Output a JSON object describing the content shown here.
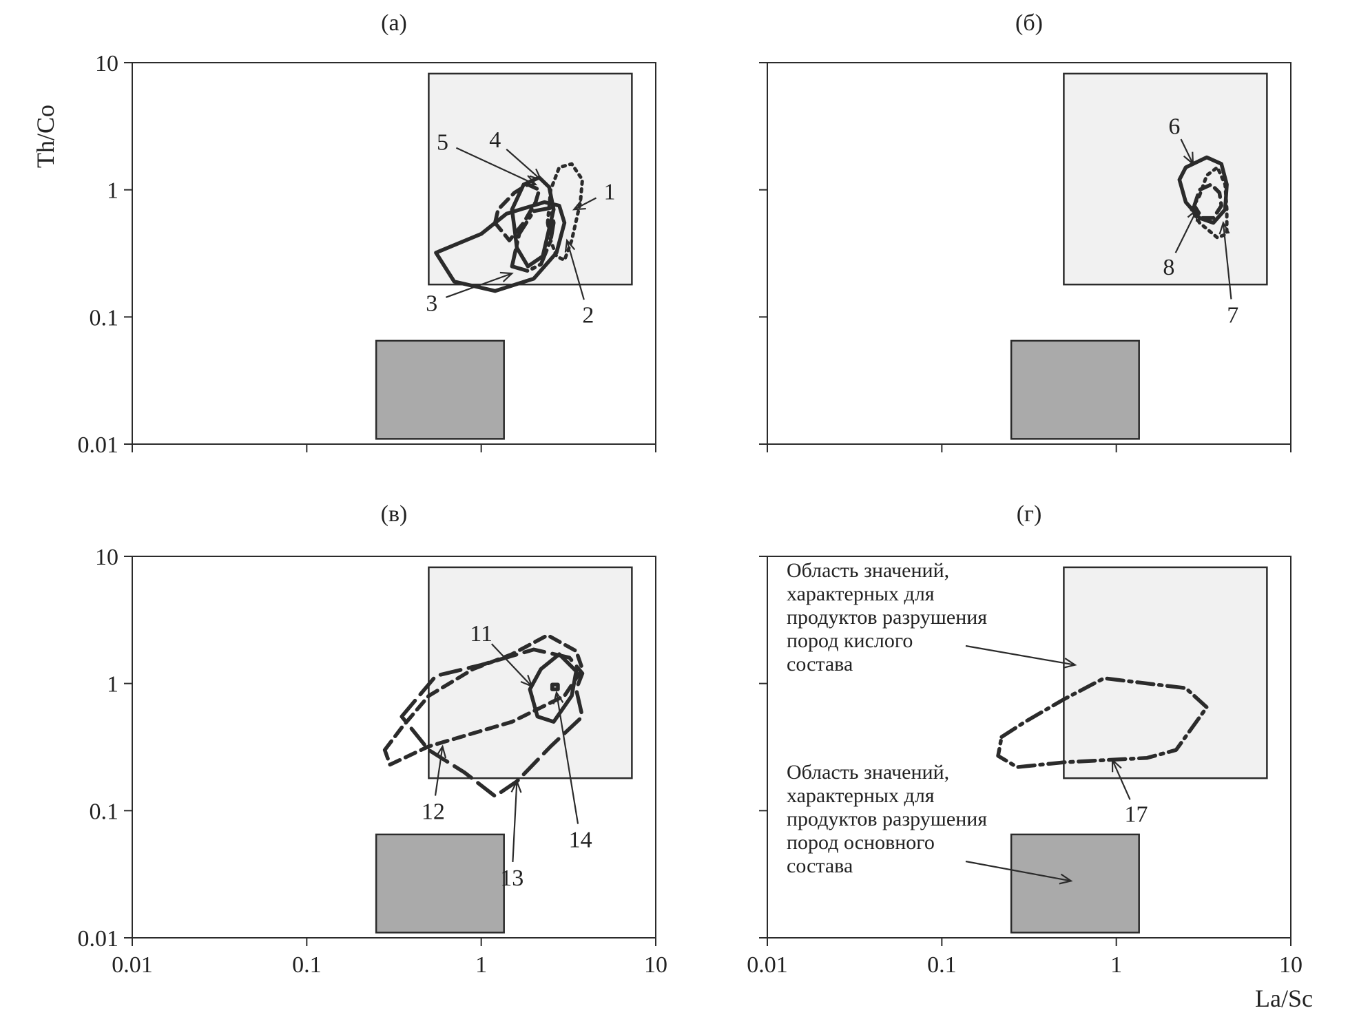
{
  "chart_data": [
    {
      "type": "scatter",
      "panel_label": "(а)",
      "xscale": "log",
      "yscale": "log",
      "xlim": [
        0.01,
        10
      ],
      "ylim": [
        0.01,
        10
      ],
      "ylabel": "Th/Co",
      "xlabel": "",
      "y_ticklabels": [
        "10",
        "1",
        "0.1",
        "0.01"
      ],
      "x_ticklabels": [],
      "regions": [
        {
          "kind": "acid",
          "x": [
            0.5,
            7.3
          ],
          "y": [
            0.18,
            8.2
          ]
        },
        {
          "kind": "basic",
          "x": [
            0.25,
            1.35
          ],
          "y": [
            0.011,
            0.065
          ]
        }
      ],
      "fields": [
        {
          "label": "1",
          "style": "dotted",
          "points": [
            [
              2.4,
              0.55
            ],
            [
              2.5,
              1.0
            ],
            [
              2.8,
              1.5
            ],
            [
              3.3,
              1.6
            ],
            [
              3.8,
              1.2
            ],
            [
              3.7,
              0.8
            ],
            [
              3.3,
              0.4
            ],
            [
              3.0,
              0.28
            ],
            [
              2.7,
              0.3
            ],
            [
              2.5,
              0.4
            ],
            [
              2.4,
              0.55
            ]
          ],
          "arrow_tip": [
            3.4,
            0.7
          ]
        },
        {
          "label": "2",
          "style": "dashdot",
          "points": [
            [
              1.5,
              0.25
            ],
            [
              1.65,
              0.45
            ],
            [
              2.0,
              0.68
            ],
            [
              2.5,
              0.72
            ],
            [
              2.6,
              0.55
            ],
            [
              2.5,
              0.4
            ],
            [
              2.2,
              0.26
            ],
            [
              1.85,
              0.23
            ],
            [
              1.5,
              0.25
            ]
          ],
          "arrow_tip": [
            3.1,
            0.4
          ],
          "label_pos": [
            4.1,
            0.105
          ]
        },
        {
          "label": "3",
          "style": "solid",
          "points": [
            [
              0.55,
              0.32
            ],
            [
              0.7,
              0.19
            ],
            [
              1.2,
              0.16
            ],
            [
              2.0,
              0.2
            ],
            [
              2.7,
              0.32
            ],
            [
              3.0,
              0.55
            ],
            [
              2.8,
              0.75
            ],
            [
              2.3,
              0.8
            ],
            [
              1.4,
              0.65
            ],
            [
              1.0,
              0.45
            ],
            [
              0.55,
              0.32
            ]
          ],
          "arrow_tip": [
            1.5,
            0.22
          ],
          "label_pos": [
            0.52,
            0.13
          ]
        },
        {
          "label": "4",
          "style": "solid",
          "points": [
            [
              1.55,
              0.5
            ],
            [
              1.5,
              0.7
            ],
            [
              1.75,
              1.1
            ],
            [
              2.15,
              1.25
            ],
            [
              2.45,
              1.05
            ],
            [
              2.6,
              0.7
            ],
            [
              2.25,
              0.3
            ],
            [
              1.85,
              0.25
            ],
            [
              1.6,
              0.35
            ],
            [
              1.55,
              0.5
            ]
          ],
          "arrow_tip": [
            2.2,
            1.2
          ],
          "label_pos": [
            1.2,
            2.5
          ]
        },
        {
          "label": "5",
          "style": "dashed",
          "points": [
            [
              1.2,
              0.55
            ],
            [
              1.25,
              0.7
            ],
            [
              1.55,
              0.95
            ],
            [
              1.85,
              1.1
            ],
            [
              2.15,
              1.0
            ],
            [
              2.05,
              0.8
            ],
            [
              1.75,
              0.55
            ],
            [
              1.45,
              0.4
            ],
            [
              1.2,
              0.55
            ]
          ],
          "arrow_tip": [
            2.05,
            1.1
          ],
          "label_pos": [
            0.6,
            2.4
          ]
        }
      ]
    },
    {
      "type": "scatter",
      "panel_label": "(б)",
      "xscale": "log",
      "yscale": "log",
      "xlim": [
        0.01,
        10
      ],
      "ylim": [
        0.01,
        10
      ],
      "ylabel": "",
      "xlabel": "",
      "y_ticklabels": [],
      "x_ticklabels": [],
      "regions": [
        {
          "kind": "acid",
          "x": [
            0.5,
            7.3
          ],
          "y": [
            0.18,
            8.2
          ]
        },
        {
          "kind": "basic",
          "x": [
            0.25,
            1.35
          ],
          "y": [
            0.011,
            0.065
          ]
        }
      ],
      "fields": [
        {
          "label": "6",
          "style": "solid",
          "points": [
            [
              2.3,
              1.2
            ],
            [
              2.5,
              1.5
            ],
            [
              3.3,
              1.8
            ],
            [
              4.0,
              1.6
            ],
            [
              4.3,
              1.1
            ],
            [
              4.2,
              0.7
            ],
            [
              3.6,
              0.55
            ],
            [
              3.0,
              0.6
            ],
            [
              2.5,
              0.8
            ],
            [
              2.3,
              1.2
            ]
          ],
          "arrow_tip": [
            2.75,
            1.6
          ],
          "label_pos": [
            2.15,
            3.2
          ]
        },
        {
          "label": "7",
          "style": "dotted",
          "points": [
            [
              3.0,
              0.9
            ],
            [
              3.3,
              1.3
            ],
            [
              3.8,
              1.5
            ],
            [
              4.2,
              1.1
            ],
            [
              4.3,
              0.7
            ],
            [
              4.3,
              0.45
            ],
            [
              3.8,
              0.42
            ],
            [
              3.0,
              0.55
            ],
            [
              2.7,
              0.7
            ],
            [
              3.0,
              0.9
            ]
          ],
          "arrow_tip": [
            4.1,
            0.55
          ],
          "label_pos": [
            4.65,
            0.105
          ]
        },
        {
          "label": "8",
          "style": "dashed",
          "points": [
            [
              2.8,
              0.75
            ],
            [
              3.0,
              1.0
            ],
            [
              3.5,
              1.1
            ],
            [
              3.9,
              0.95
            ],
            [
              4.0,
              0.75
            ],
            [
              3.6,
              0.6
            ],
            [
              3.1,
              0.6
            ],
            [
              2.8,
              0.75
            ]
          ],
          "arrow_tip": [
            2.9,
            0.7
          ],
          "label_pos": [
            2.0,
            0.25
          ]
        }
      ]
    },
    {
      "type": "scatter",
      "panel_label": "(в)",
      "xscale": "log",
      "yscale": "log",
      "xlim": [
        0.01,
        10
      ],
      "ylim": [
        0.01,
        10
      ],
      "ylabel": "",
      "xlabel": "",
      "y_ticklabels": [
        "10",
        "1",
        "0.1",
        "0.01"
      ],
      "x_ticklabels": [
        "0.01",
        "0.1",
        "1",
        "10"
      ],
      "regions": [
        {
          "kind": "acid",
          "x": [
            0.5,
            7.3
          ],
          "y": [
            0.18,
            8.2
          ]
        },
        {
          "kind": "basic",
          "x": [
            0.25,
            1.35
          ],
          "y": [
            0.011,
            0.065
          ]
        }
      ],
      "fields": [
        {
          "label": "11",
          "style": "solid",
          "points": [
            [
              1.9,
              0.9
            ],
            [
              2.2,
              1.3
            ],
            [
              2.8,
              1.7
            ],
            [
              3.5,
              1.25
            ],
            [
              3.3,
              0.8
            ],
            [
              2.6,
              0.5
            ],
            [
              2.1,
              0.55
            ],
            [
              1.9,
              0.9
            ]
          ],
          "arrow_tip": [
            1.95,
            0.95
          ],
          "label_pos": [
            1.0,
            2.5
          ]
        },
        {
          "label": "12",
          "style": "dashed",
          "points": [
            [
              0.28,
              0.3
            ],
            [
              0.35,
              0.45
            ],
            [
              0.5,
              0.8
            ],
            [
              0.9,
              1.3
            ],
            [
              1.5,
              1.7
            ],
            [
              2.4,
              2.4
            ],
            [
              3.5,
              1.8
            ],
            [
              3.8,
              1.3
            ],
            [
              3.0,
              0.8
            ],
            [
              1.5,
              0.5
            ],
            [
              0.5,
              0.32
            ],
            [
              0.3,
              0.23
            ],
            [
              0.28,
              0.3
            ]
          ],
          "arrow_tip": [
            0.6,
            0.32
          ],
          "label_pos": [
            0.53,
            0.1
          ]
        },
        {
          "label": "13",
          "style": "long-dash",
          "points": [
            [
              0.35,
              0.55
            ],
            [
              0.55,
              1.15
            ],
            [
              1.0,
              1.4
            ],
            [
              2.0,
              1.85
            ],
            [
              3.2,
              1.6
            ],
            [
              3.8,
              1.2
            ],
            [
              3.5,
              0.9
            ],
            [
              3.8,
              0.55
            ],
            [
              2.5,
              0.32
            ],
            [
              1.6,
              0.17
            ],
            [
              1.2,
              0.13
            ],
            [
              0.8,
              0.2
            ],
            [
              0.5,
              0.3
            ],
            [
              0.35,
              0.55
            ]
          ],
          "arrow_tip": [
            1.6,
            0.17
          ],
          "label_pos": [
            1.5,
            0.03
          ]
        },
        {
          "label": "14",
          "style": "solid",
          "points": [
            [
              2.55,
              0.9
            ],
            [
              2.75,
              0.9
            ],
            [
              2.75,
              0.98
            ],
            [
              2.55,
              0.98
            ],
            [
              2.55,
              0.9
            ]
          ],
          "arrow_tip": [
            2.7,
            0.85
          ],
          "label_pos": [
            3.7,
            0.06
          ]
        }
      ]
    },
    {
      "type": "scatter",
      "panel_label": "(г)",
      "xscale": "log",
      "yscale": "log",
      "xlim": [
        0.01,
        10
      ],
      "ylim": [
        0.01,
        10
      ],
      "ylabel": "",
      "xlabel": "La/Sc",
      "y_ticklabels": [],
      "x_ticklabels": [
        "0.01",
        "0.1",
        "1",
        "10"
      ],
      "regions": [
        {
          "kind": "acid",
          "x": [
            0.5,
            7.3
          ],
          "y": [
            0.18,
            8.2
          ]
        },
        {
          "kind": "basic",
          "x": [
            0.25,
            1.35
          ],
          "y": [
            0.011,
            0.065
          ]
        }
      ],
      "fields": [
        {
          "label": "17",
          "style": "dashdot",
          "points": [
            [
              0.22,
              0.38
            ],
            [
              0.3,
              0.5
            ],
            [
              0.5,
              0.75
            ],
            [
              0.85,
              1.1
            ],
            [
              2.5,
              0.92
            ],
            [
              3.3,
              0.65
            ],
            [
              2.2,
              0.3
            ],
            [
              1.5,
              0.26
            ],
            [
              0.5,
              0.24
            ],
            [
              0.27,
              0.22
            ],
            [
              0.21,
              0.27
            ],
            [
              0.22,
              0.38
            ]
          ],
          "arrow_tip": [
            0.95,
            0.25
          ],
          "label_pos": [
            1.3,
            0.095
          ]
        }
      ],
      "annotations": [
        {
          "text_lines": [
            "Область значений,",
            "характерных для",
            "продуктов разрушения",
            "пород кислого",
            "состава"
          ],
          "target": "acid",
          "arrow_tip": [
            0.58,
            1.4
          ]
        },
        {
          "text_lines": [
            "Область значений,",
            "характерных для",
            "продуктов разрушения",
            "пород основного",
            "состава"
          ],
          "target": "basic",
          "arrow_tip": [
            0.55,
            0.028
          ]
        }
      ]
    }
  ]
}
